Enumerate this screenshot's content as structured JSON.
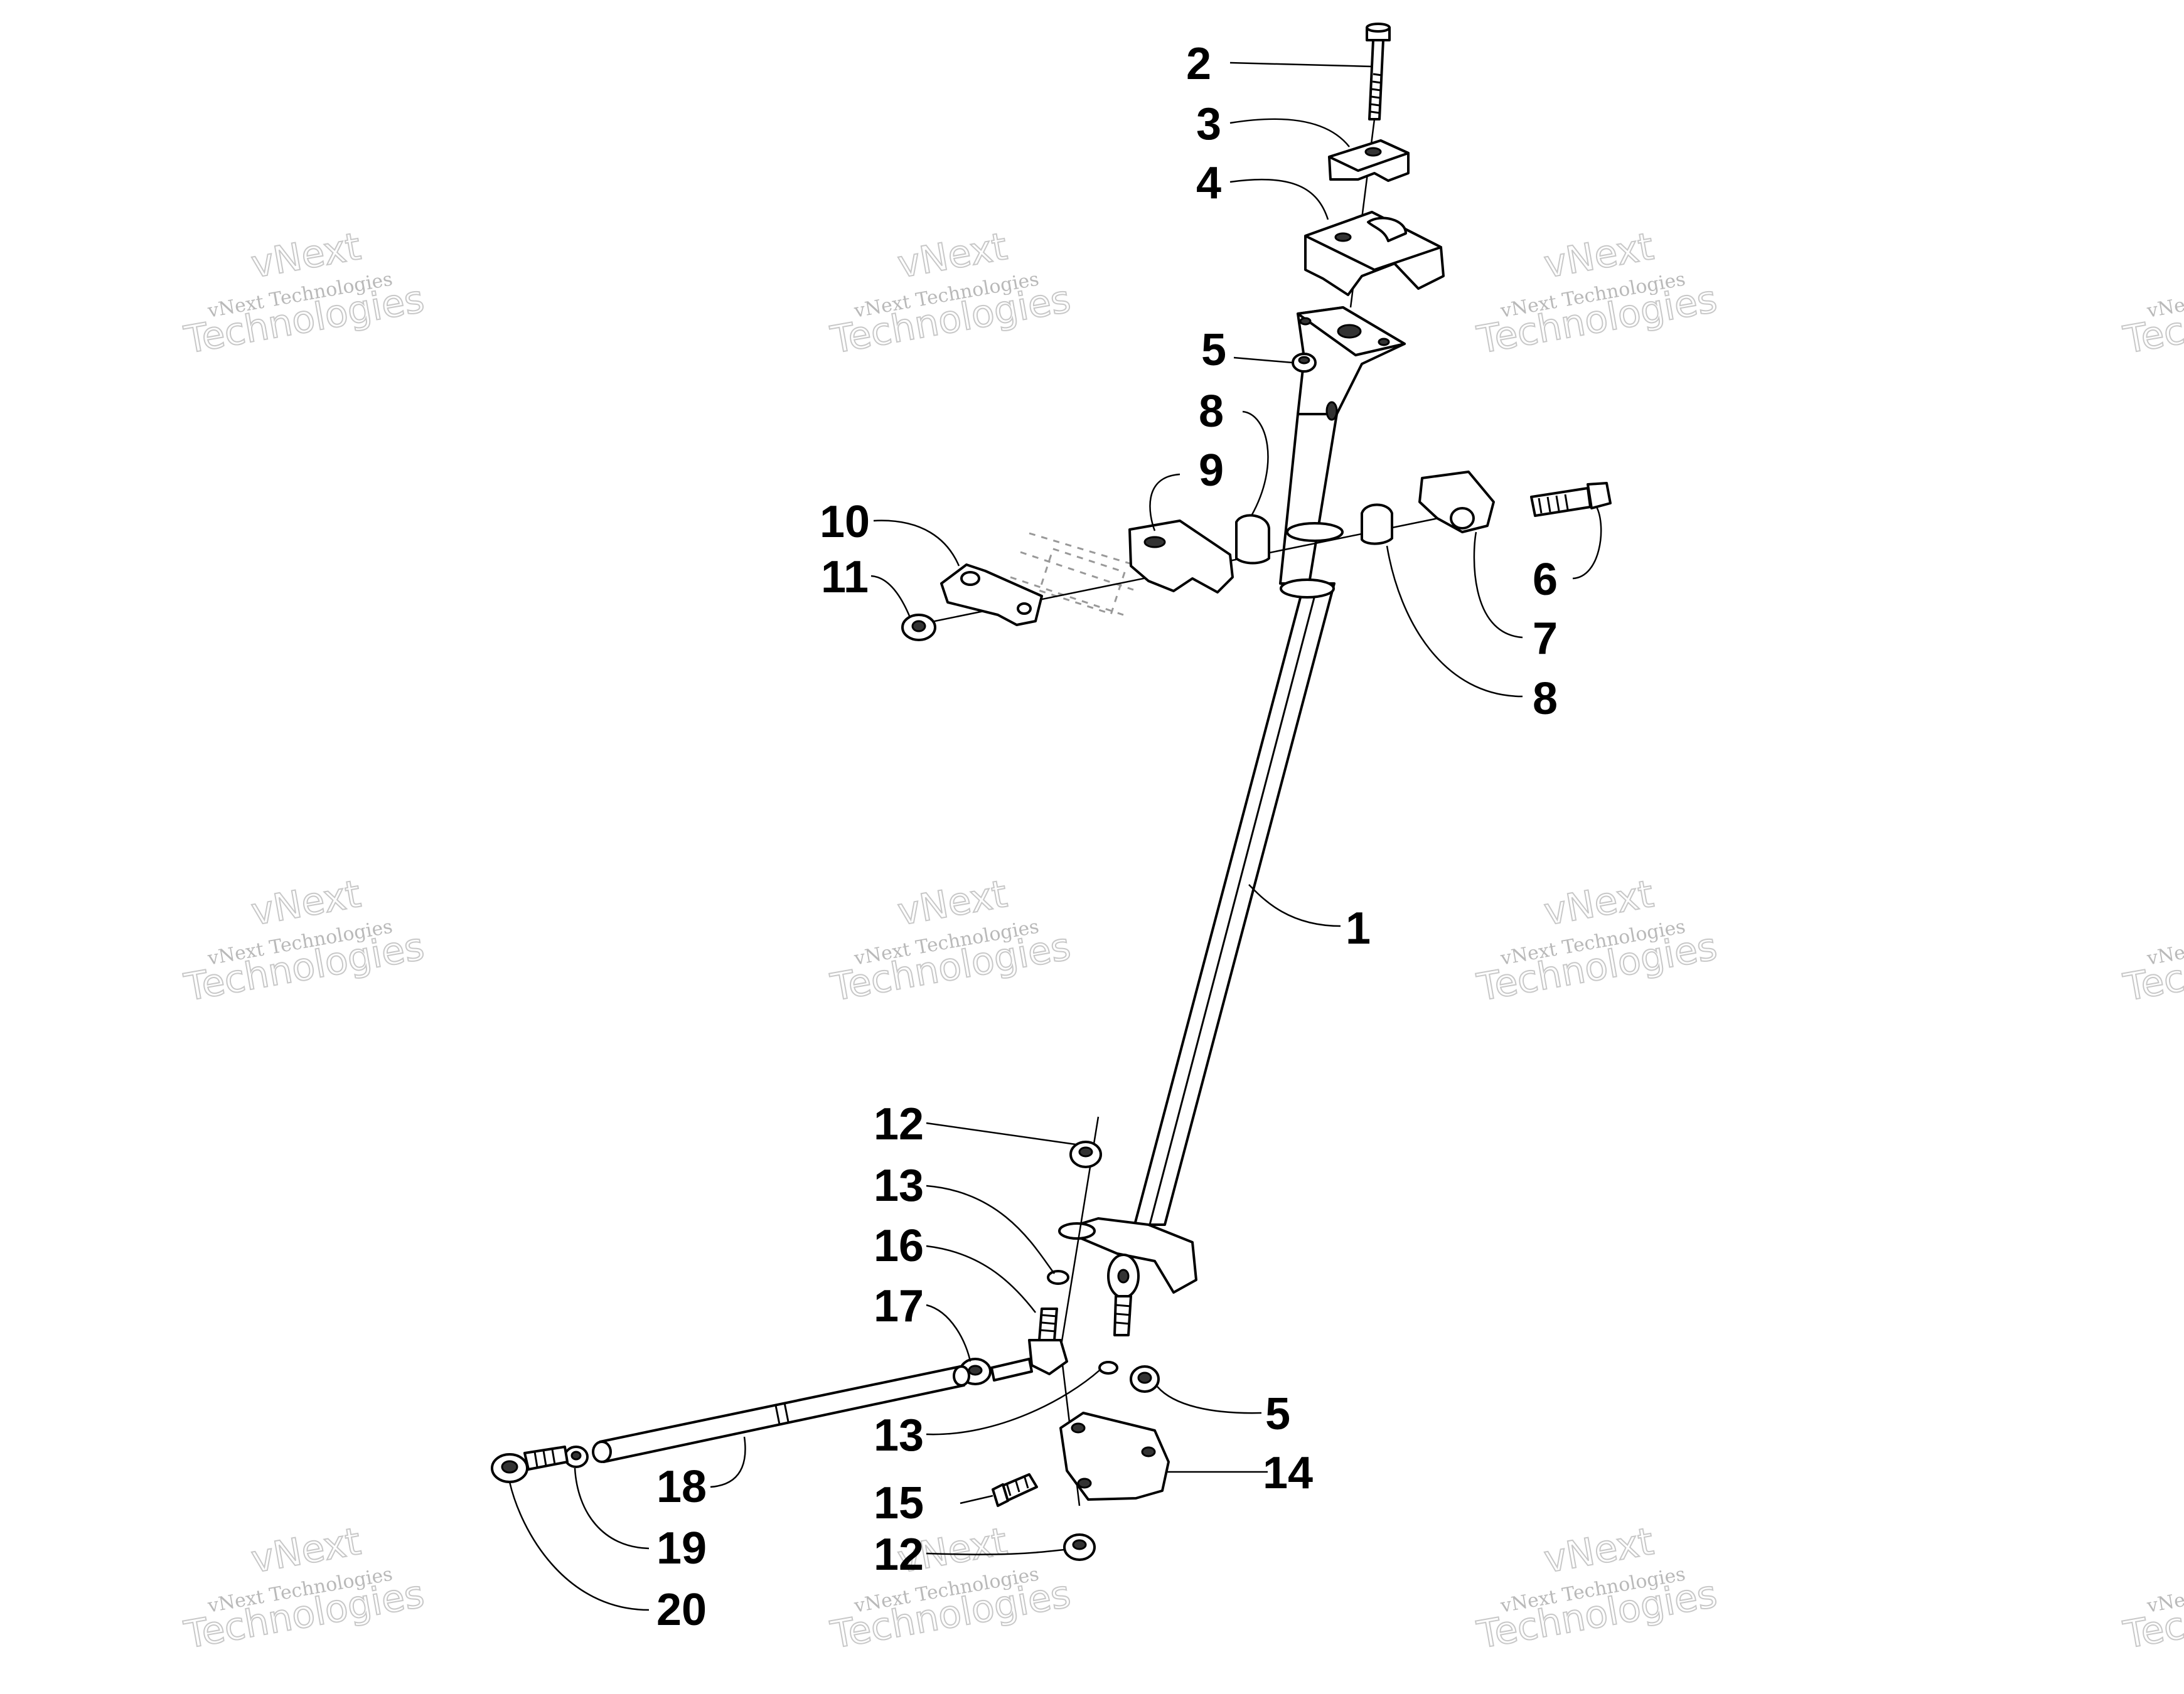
{
  "watermark": {
    "line1": "vNext",
    "line2": "vNext Technologies",
    "line3": "Technologies"
  },
  "callouts": [
    {
      "id": "c2",
      "label": "2"
    },
    {
      "id": "c3",
      "label": "3"
    },
    {
      "id": "c4",
      "label": "4"
    },
    {
      "id": "c5a",
      "label": "5"
    },
    {
      "id": "c8a",
      "label": "8"
    },
    {
      "id": "c9",
      "label": "9"
    },
    {
      "id": "c10",
      "label": "10"
    },
    {
      "id": "c11",
      "label": "11"
    },
    {
      "id": "c6",
      "label": "6"
    },
    {
      "id": "c7",
      "label": "7"
    },
    {
      "id": "c8b",
      "label": "8"
    },
    {
      "id": "c1",
      "label": "1"
    },
    {
      "id": "c12a",
      "label": "12"
    },
    {
      "id": "c13a",
      "label": "13"
    },
    {
      "id": "c16",
      "label": "16"
    },
    {
      "id": "c17",
      "label": "17"
    },
    {
      "id": "c13b",
      "label": "13"
    },
    {
      "id": "c5b",
      "label": "5"
    },
    {
      "id": "c14",
      "label": "14"
    },
    {
      "id": "c15",
      "label": "15"
    },
    {
      "id": "c12b",
      "label": "12"
    },
    {
      "id": "c18",
      "label": "18"
    },
    {
      "id": "c19",
      "label": "19"
    },
    {
      "id": "c20",
      "label": "20"
    }
  ]
}
